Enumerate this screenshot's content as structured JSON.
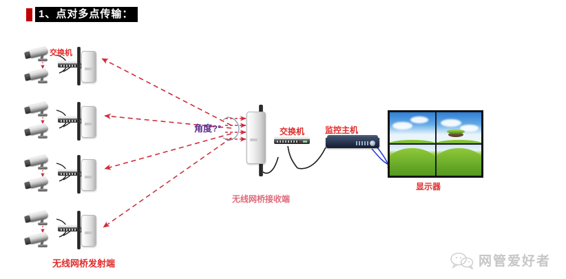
{
  "title": {
    "marker_color": "#c00000",
    "text": "1、点对多点传输：",
    "background": "#000000",
    "color": "#ffffff"
  },
  "palette": {
    "arrow_red": "#d02b3a",
    "label_red": "#e02b2b",
    "label_pink": "#e06a7a",
    "label_purple": "#5b2d8e",
    "cable_black": "#1a1a1a",
    "cable_blue": "#2b3fcf",
    "watermark_gray": "#bdbdbd"
  },
  "diagram": {
    "angle_label": "角度?°",
    "transmitter_label": "无线网桥发射端",
    "receiver_label": "无线网桥接收端",
    "switch_label_left": "交换机",
    "switch_label_center": "交换机",
    "host_label": "监控主机",
    "display_label": "显示器",
    "transmitter_sites": [
      {
        "id": "site-1",
        "cameras": 2,
        "switch": 1,
        "bridge": 1
      },
      {
        "id": "site-2",
        "cameras": 2,
        "switch": 1,
        "bridge": 1
      },
      {
        "id": "site-3",
        "cameras": 2,
        "switch": 1,
        "bridge": 1
      },
      {
        "id": "site-4",
        "cameras": 2,
        "switch": 1,
        "bridge": 1
      }
    ],
    "wireless_links": 4,
    "video_wall": {
      "rows": 2,
      "cols": 2,
      "panels": 4
    }
  },
  "watermark": {
    "icon": "wechat-bubble-icon",
    "text": "网管爱好者"
  }
}
